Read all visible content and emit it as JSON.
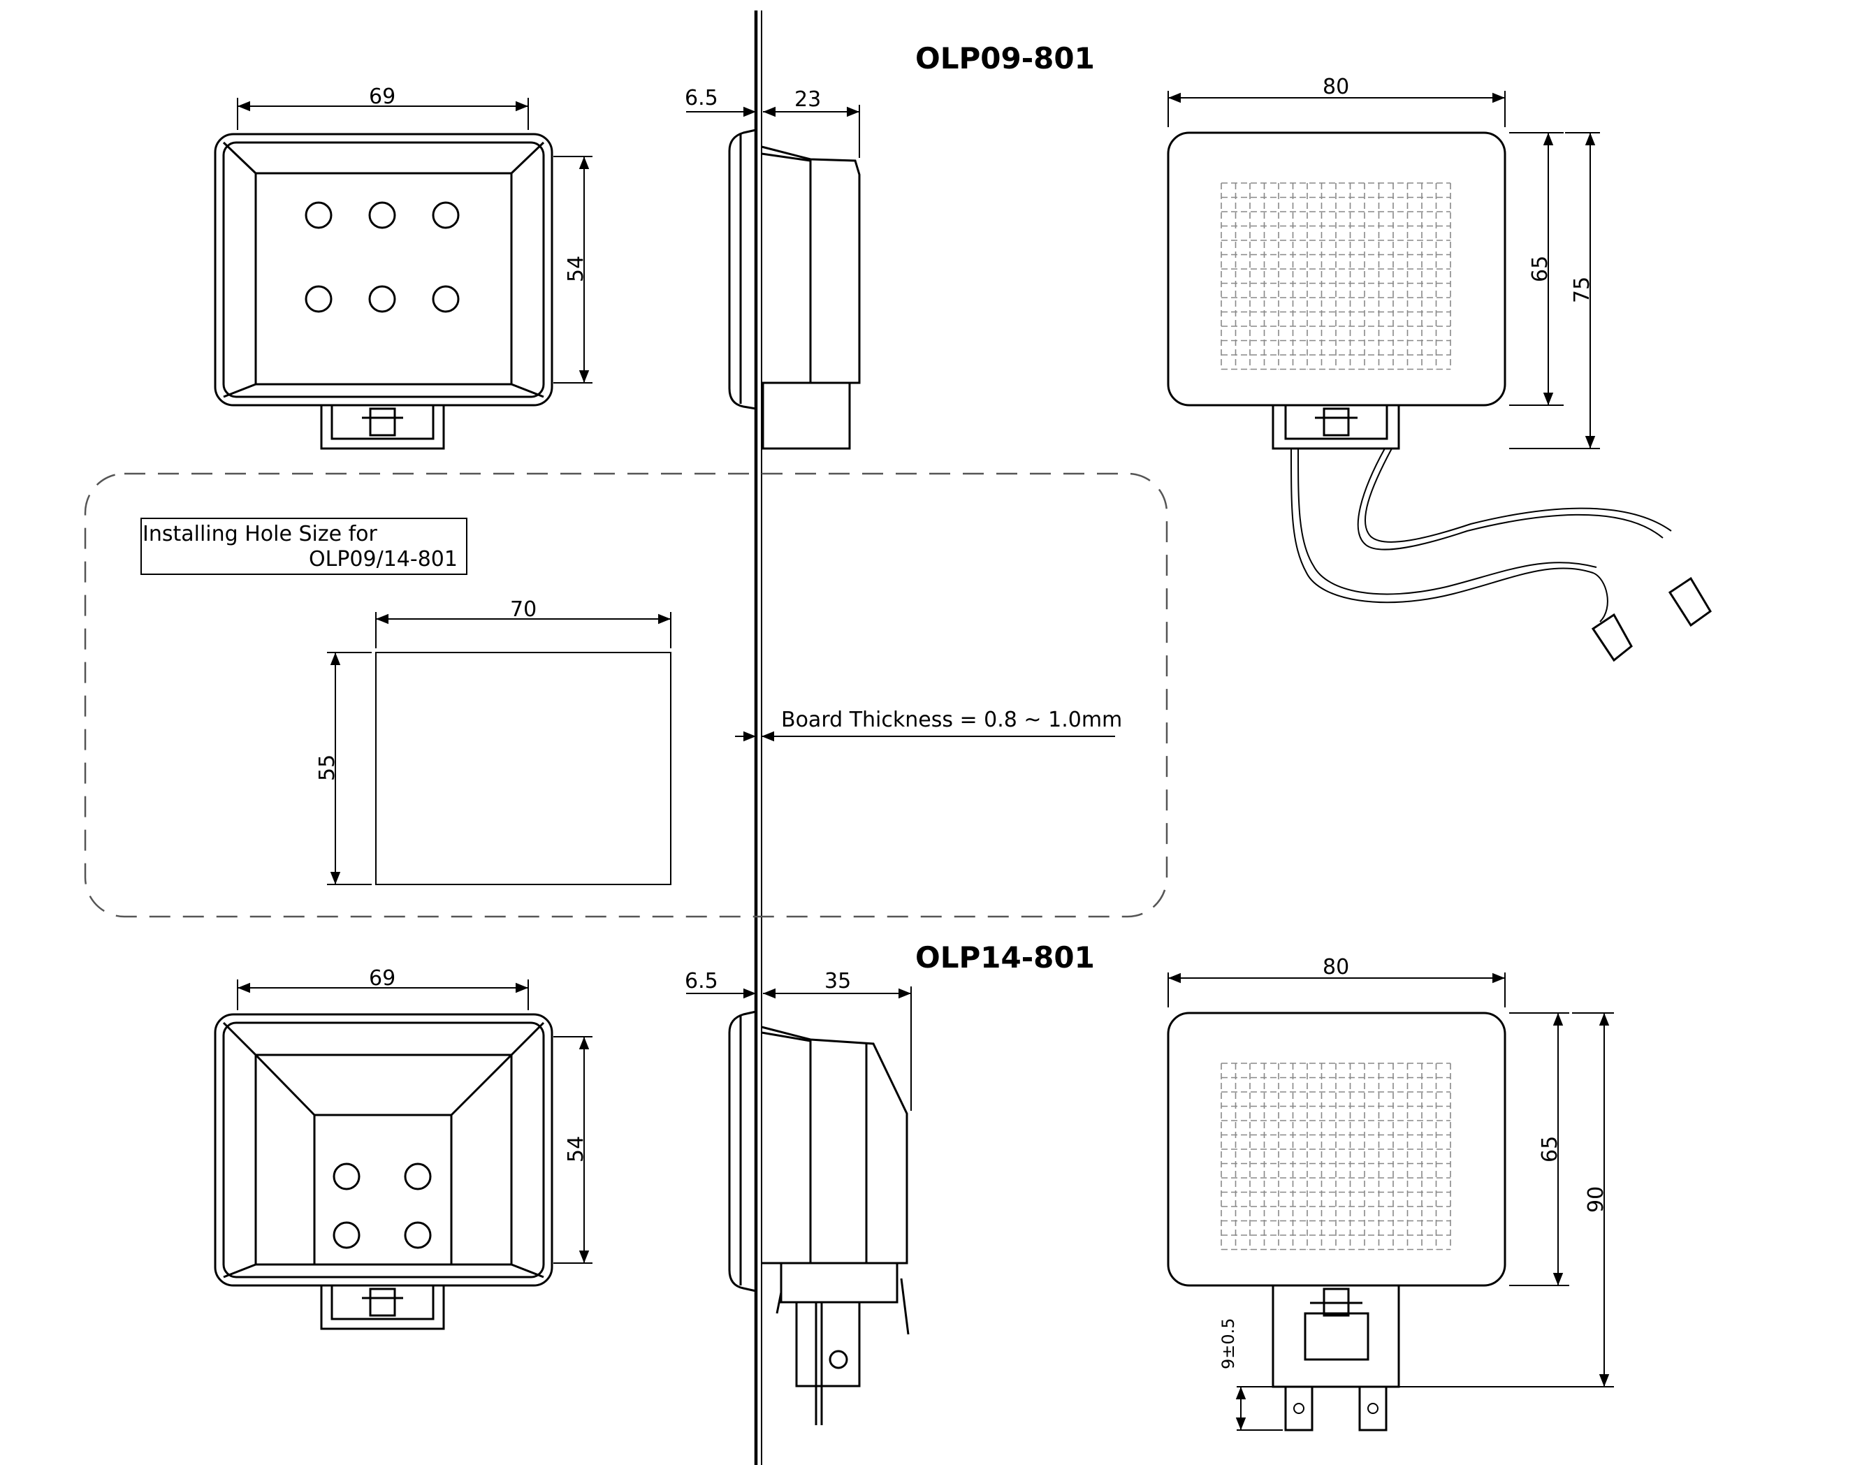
{
  "models": {
    "top": {
      "title": "OLP09-801",
      "front_width": "69",
      "front_height": "54",
      "side_flange": "6.5",
      "side_depth": "23",
      "rear_width": "80",
      "rear_body_height": "65",
      "rear_total_height": "75"
    },
    "bottom": {
      "title": "OLP14-801",
      "front_width": "69",
      "front_height": "54",
      "side_flange": "6.5",
      "side_depth": "35",
      "rear_width": "80",
      "rear_body_height": "65",
      "rear_total_height": "90",
      "terminal_length": "9±0.5"
    }
  },
  "installing_hole": {
    "label_line1": "Installing Hole Size for",
    "label_line2": "OLP09/14-801",
    "width": "70",
    "height": "55"
  },
  "board_thickness": "Board Thickness = 0.8 ~ 1.0mm",
  "colors": {
    "line": "#000000",
    "grid": "#888888",
    "background": "#ffffff"
  }
}
